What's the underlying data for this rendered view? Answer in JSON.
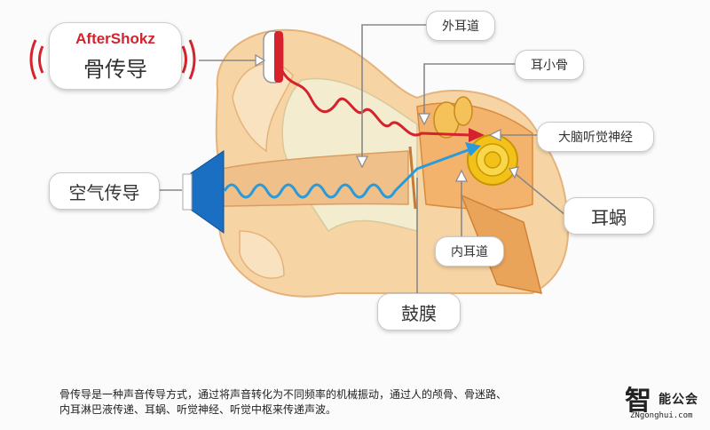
{
  "brand": {
    "name": "AfterShokz",
    "subtitle": "骨传导"
  },
  "labels": {
    "air_conduction": "空气传导",
    "outer_ear_canal": "外耳道",
    "ossicles": "耳小骨",
    "auditory_nerve": "大脑听觉神经",
    "cochlea": "耳蜗",
    "inner_ear_canal": "内耳道",
    "eardrum": "鼓膜"
  },
  "caption": {
    "line1": "骨传导是一种声音传导方式，通过将声音转化为不同频率的机械振动，通过人的颅骨、骨迷路、",
    "line2": "内耳淋巴液传递、耳蜗、听觉神经、听觉中枢来传递声波。"
  },
  "watermark": {
    "big": "智",
    "word": "能公会",
    "url": "ZNgonghui.com"
  },
  "colors": {
    "bone_wave": "#d4232d",
    "air_wave": "#2a9ad8",
    "speaker": "#1b6fc2",
    "skin": "#f6d4a4",
    "cochlea": "#f2c21a"
  }
}
